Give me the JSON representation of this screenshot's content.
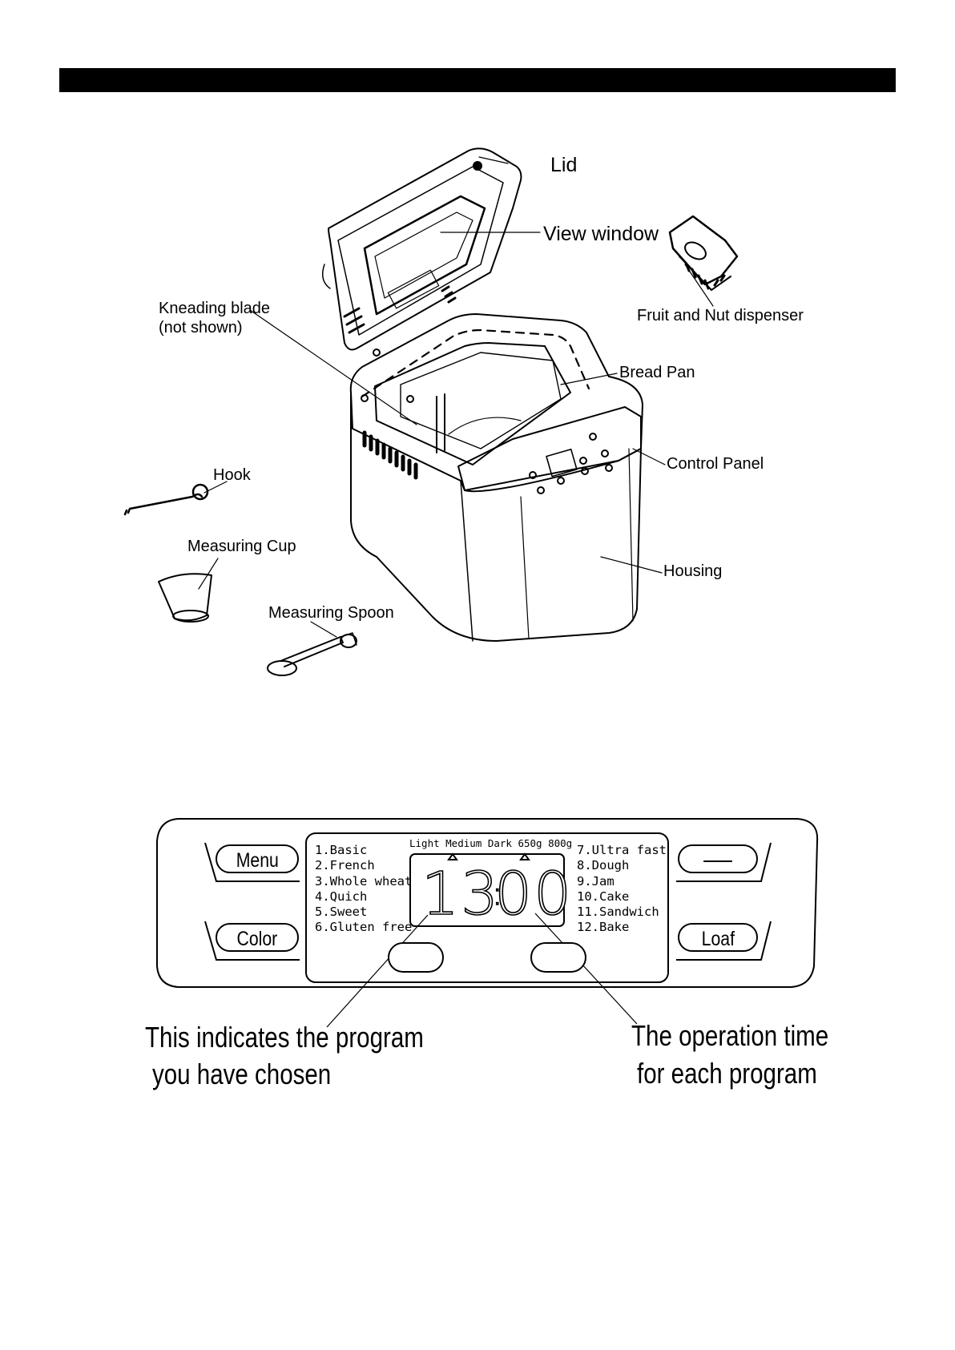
{
  "labels": {
    "lid": "Lid",
    "view_window": "View window",
    "fruit_nut": "Fruit and Nut dispenser",
    "kneading_blade_1": "Kneading blade",
    "kneading_blade_2": "(not shown)",
    "bread_pan": "Bread Pan",
    "control_panel": "Control Panel",
    "hook": "Hook",
    "measuring_cup": "Measuring Cup",
    "measuring_spoon": "Measuring Spoon",
    "housing": "Housing"
  },
  "panel": {
    "buttons": {
      "menu": "Menu",
      "color": "Color",
      "loaf": "Loaf",
      "top_right": ""
    },
    "programs_left": [
      "1.Basic",
      "2.French",
      "3.Whole wheat",
      "4.Quich",
      "5.Sweet",
      "6.Gluten free"
    ],
    "programs_right": [
      "7.Ultra fast",
      "8.Dough",
      "9.Jam",
      "10.Cake",
      "11.Sandwich",
      "12.Bake"
    ],
    "lcd_header": "Light Medium Dark  650g  800g",
    "display": {
      "program": "13",
      "time": "00"
    }
  },
  "captions": {
    "program_1": "This indicates the program",
    "program_2": "you have chosen",
    "time_1": "The operation time",
    "time_2": "for each program"
  }
}
